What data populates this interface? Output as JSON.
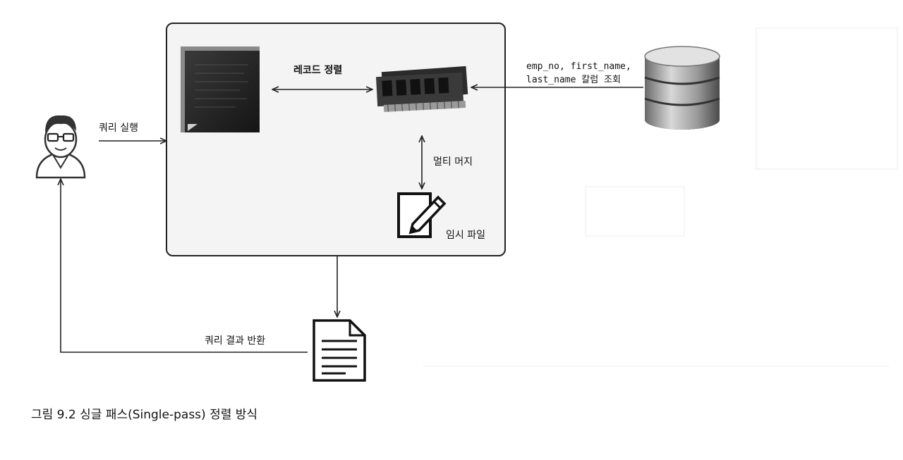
{
  "figure": {
    "caption": "그림 9.2 싱글 패스(Single-pass) 정렬 방식"
  },
  "labels": {
    "query_exec": "쿼리 실행",
    "record_sort": "레코드 정렬",
    "multi_merge": "멀티 머지",
    "temp_file": "임시 파일",
    "columns_line1": "emp_no, first_name,",
    "columns_line2": "last_name 칼럼 조회",
    "query_result": "쿼리 결과 반환"
  },
  "icons": {
    "user": "user-with-glasses-icon",
    "cpu": "cpu-chip-icon",
    "memory": "memory-ram-icon",
    "database": "database-cylinder-icon",
    "temp_file": "file-edit-pencil-icon",
    "result_doc": "document-icon"
  },
  "colors": {
    "box_fill": "#f4f4f4",
    "box_stroke": "#222222",
    "arrow": "#222222"
  }
}
